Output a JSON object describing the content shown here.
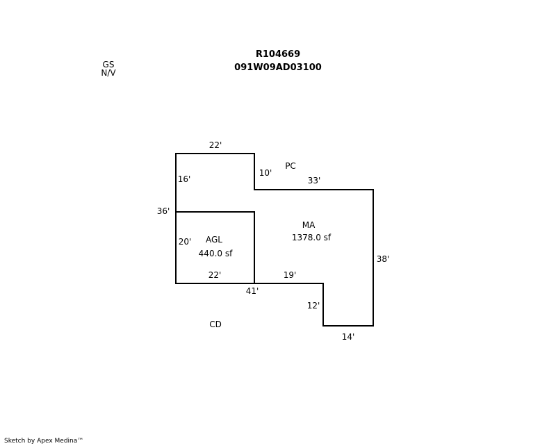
{
  "header": {
    "parcel_id": "R104669",
    "map_number": "091W09AD03100"
  },
  "corner_note": {
    "line1": "GS",
    "line2": "N/V"
  },
  "areas": {
    "ma": {
      "name": "MA",
      "sqft": "1378.0 sf"
    },
    "agl": {
      "name": "AGL",
      "sqft": "440.0 sf"
    },
    "pc": {
      "name": "PC"
    },
    "cd": {
      "name": "CD"
    }
  },
  "dimensions": {
    "top_22": "22'",
    "left_16": "16'",
    "step_10": "10'",
    "top_33": "33'",
    "left_36": "36'",
    "agl_20": "20'",
    "right_38": "38'",
    "bottom_22": "22'",
    "bottom_19": "19'",
    "bottom_41": "41'",
    "notch_12": "12'",
    "bottom_14": "14'"
  },
  "footer": {
    "credit": "Sketch by Apex Medina™"
  },
  "colors": {
    "line": "#000000",
    "background": "#ffffff"
  }
}
